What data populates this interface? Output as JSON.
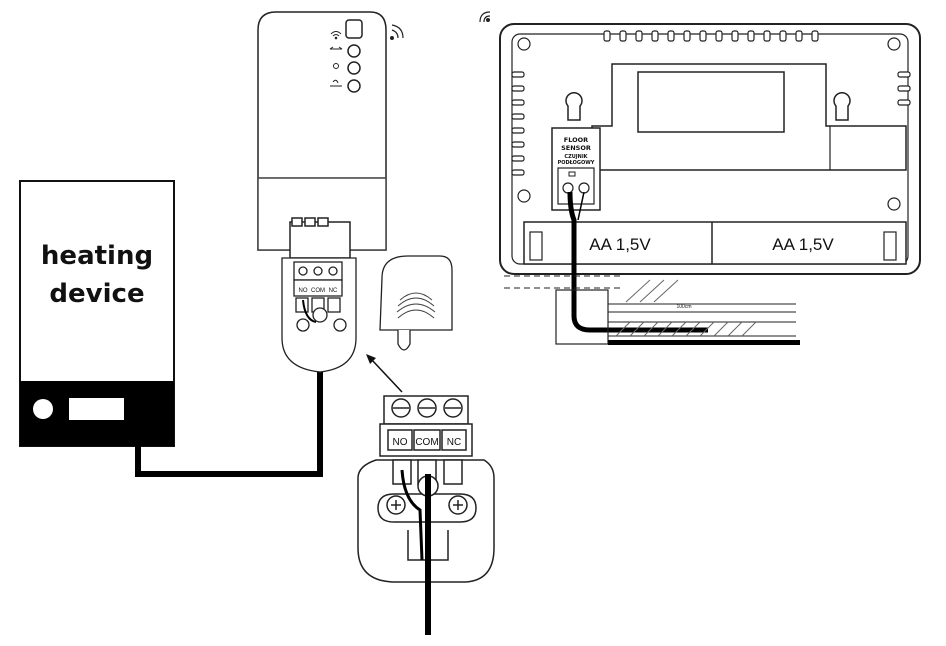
{
  "heating_device": {
    "line1": "heating",
    "line2": "device"
  },
  "receiver": {
    "terminals": [
      "NO",
      "COM",
      "NC"
    ]
  },
  "terminal_zoom": {
    "terminals": [
      "NO",
      "COM",
      "NC"
    ]
  },
  "thermostat_back": {
    "floor_sensor_line1": "FLOOR",
    "floor_sensor_line2": "SENSOR",
    "floor_sensor_pl1": "CZUJNIK",
    "floor_sensor_pl2": "PODŁOGOWY",
    "battery_left": "AA 1,5V",
    "battery_right": "AA 1,5V",
    "sensor_distance": "100cm"
  },
  "colors": {
    "stroke": "#1a1a1a",
    "fill_dark": "#000000",
    "fill_light": "#ffffff"
  },
  "icons": [
    "wifi-icon",
    "arrows-icon",
    "sun-icon",
    "flame-icon"
  ]
}
